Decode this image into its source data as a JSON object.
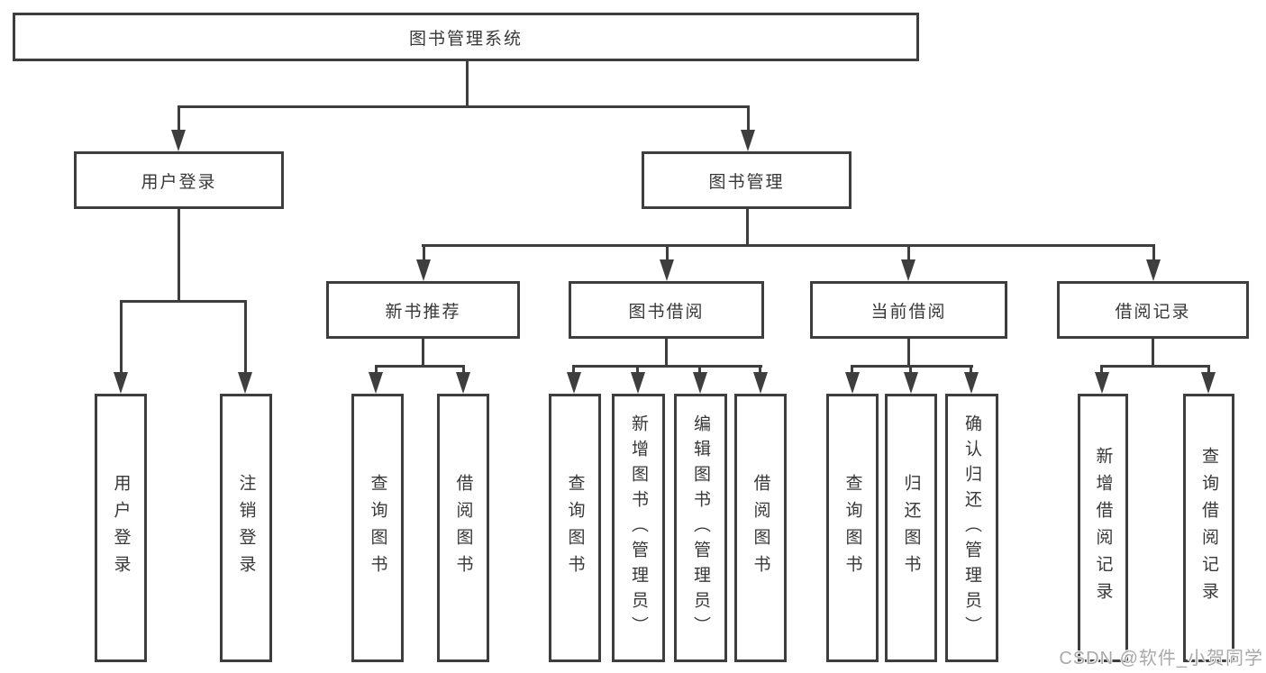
{
  "diagram": {
    "title": "图书管理系统",
    "root": "图书管理系统",
    "branches": [
      {
        "label": "用户登录",
        "children": [
          "用户登录",
          "注销登录"
        ]
      },
      {
        "label": "图书管理",
        "groups": [
          {
            "label": "新书推荐",
            "children": [
              "查询图书",
              "借阅图书"
            ]
          },
          {
            "label": "图书借阅",
            "children": [
              "查询图书",
              "新增图书（管理员）",
              "编辑图书（管理员）",
              "借阅图书"
            ]
          },
          {
            "label": "当前借阅",
            "children": [
              "查询图书",
              "归还图书",
              "确认归还（管理员）"
            ]
          },
          {
            "label": "借阅记录",
            "children": [
              "新增借阅记录",
              "查询借阅记录"
            ]
          }
        ]
      }
    ]
  },
  "watermark": "CSDN @软件_小贺同学",
  "colors": {
    "line": "#3e3e3e",
    "text": "#383838",
    "background": "#ffffff",
    "watermark": "#a9a9a9"
  }
}
